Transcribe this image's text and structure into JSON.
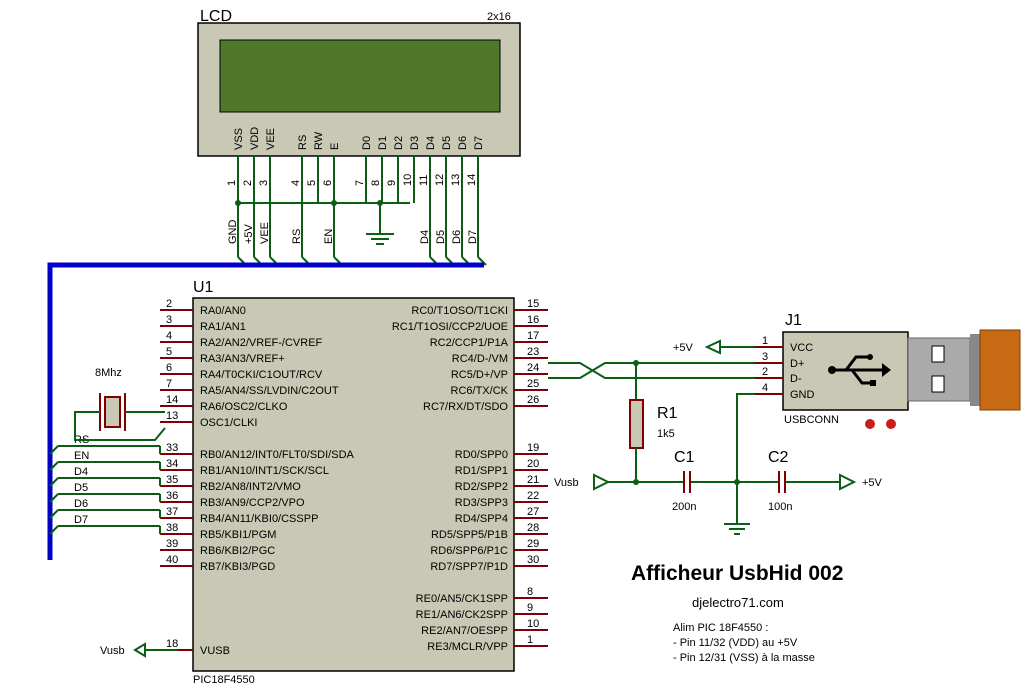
{
  "lcd": {
    "name": "LCD",
    "type": "2x16",
    "pins": [
      {
        "name": "VSS",
        "num": "1"
      },
      {
        "name": "VDD",
        "num": "2"
      },
      {
        "name": "VEE",
        "num": "3"
      },
      {
        "name": "RS",
        "num": "4"
      },
      {
        "name": "RW",
        "num": "5"
      },
      {
        "name": "E",
        "num": "6"
      },
      {
        "name": "D0",
        "num": "7"
      },
      {
        "name": "D1",
        "num": "8"
      },
      {
        "name": "D2",
        "num": "9"
      },
      {
        "name": "D3",
        "num": "10"
      },
      {
        "name": "D4",
        "num": "11"
      },
      {
        "name": "D5",
        "num": "12"
      },
      {
        "name": "D6",
        "num": "13"
      },
      {
        "name": "D7",
        "num": "14"
      }
    ],
    "net_labels": [
      "GND",
      "+5V",
      "VEE",
      "RS",
      "EN",
      "D4",
      "D5",
      "D6",
      "D7"
    ]
  },
  "u1": {
    "ref": "U1",
    "part": "PIC18F4550",
    "left_pins": [
      {
        "num": "2",
        "name": "RA0/AN0"
      },
      {
        "num": "3",
        "name": "RA1/AN1"
      },
      {
        "num": "4",
        "name": "RA2/AN2/VREF-/CVREF"
      },
      {
        "num": "5",
        "name": "RA3/AN3/VREF+"
      },
      {
        "num": "6",
        "name": "RA4/T0CKI/C1OUT/RCV"
      },
      {
        "num": "7",
        "name": "RA5/AN4/SS/LVDIN/C2OUT"
      },
      {
        "num": "14",
        "name": "RA6/OSC2/CLKO"
      },
      {
        "num": "13",
        "name": "OSC1/CLKI"
      },
      {
        "num": "33",
        "name": "RB0/AN12/INT0/FLT0/SDI/SDA"
      },
      {
        "num": "34",
        "name": "RB1/AN10/INT1/SCK/SCL"
      },
      {
        "num": "35",
        "name": "RB2/AN8/INT2/VMO"
      },
      {
        "num": "36",
        "name": "RB3/AN9/CCP2/VPO"
      },
      {
        "num": "37",
        "name": "RB4/AN11/KBI0/CSSPP"
      },
      {
        "num": "38",
        "name": "RB5/KBI1/PGM"
      },
      {
        "num": "39",
        "name": "RB6/KBI2/PGC"
      },
      {
        "num": "40",
        "name": "RB7/KBI3/PGD"
      },
      {
        "num": "18",
        "name": "VUSB"
      }
    ],
    "right_pins": [
      {
        "num": "15",
        "name": "RC0/T1OSO/T1CKI"
      },
      {
        "num": "16",
        "name": "RC1/T1OSI/CCP2/UOE"
      },
      {
        "num": "17",
        "name": "RC2/CCP1/P1A"
      },
      {
        "num": "23",
        "name": "RC4/D-/VM"
      },
      {
        "num": "24",
        "name": "RC5/D+/VP"
      },
      {
        "num": "25",
        "name": "RC6/TX/CK"
      },
      {
        "num": "26",
        "name": "RC7/RX/DT/SDO"
      },
      {
        "num": "19",
        "name": "RD0/SPP0"
      },
      {
        "num": "20",
        "name": "RD1/SPP1"
      },
      {
        "num": "21",
        "name": "RD2/SPP2"
      },
      {
        "num": "22",
        "name": "RD3/SPP3"
      },
      {
        "num": "27",
        "name": "RD4/SPP4"
      },
      {
        "num": "28",
        "name": "RD5/SPP5/P1B"
      },
      {
        "num": "29",
        "name": "RD6/SPP6/P1C"
      },
      {
        "num": "30",
        "name": "RD7/SPP7/P1D"
      },
      {
        "num": "8",
        "name": "RE0/AN5/CK1SPP"
      },
      {
        "num": "9",
        "name": "RE1/AN6/CK2SPP"
      },
      {
        "num": "10",
        "name": "RE2/AN7/OESPP"
      },
      {
        "num": "1",
        "name": "RE3/MCLR/VPP"
      }
    ],
    "bus_labels": [
      "RS",
      "EN",
      "D4",
      "D5",
      "D6",
      "D7"
    ],
    "vusb_label": "Vusb"
  },
  "crystal": {
    "value": "8Mhz"
  },
  "r1": {
    "ref": "R1",
    "value": "1k5"
  },
  "c1": {
    "ref": "C1",
    "value": "200n"
  },
  "c2": {
    "ref": "C2",
    "value": "100n"
  },
  "j1": {
    "ref": "J1",
    "part": "USBCONN",
    "pins": [
      {
        "num": "1",
        "name": "VCC"
      },
      {
        "num": "3",
        "name": "D+"
      },
      {
        "num": "2",
        "name": "D-"
      },
      {
        "num": "4",
        "name": "GND"
      }
    ]
  },
  "power": {
    "plus5v": "+5V",
    "vusb": "Vusb"
  },
  "footer": {
    "title": "Afficheur UsbHid 002",
    "site": "djelectro71.com",
    "note_lines": [
      "Alim PIC 18F4550 :",
      "- Pin 11/32 (VDD) au +5V",
      "- Pin 12/31 (VSS) à la masse"
    ]
  },
  "colors": {
    "wire": "#0a5f14",
    "bus": "#0000c8",
    "body": "#c8c8b4",
    "lcd_screen": "#50782a",
    "component": "#800000"
  }
}
